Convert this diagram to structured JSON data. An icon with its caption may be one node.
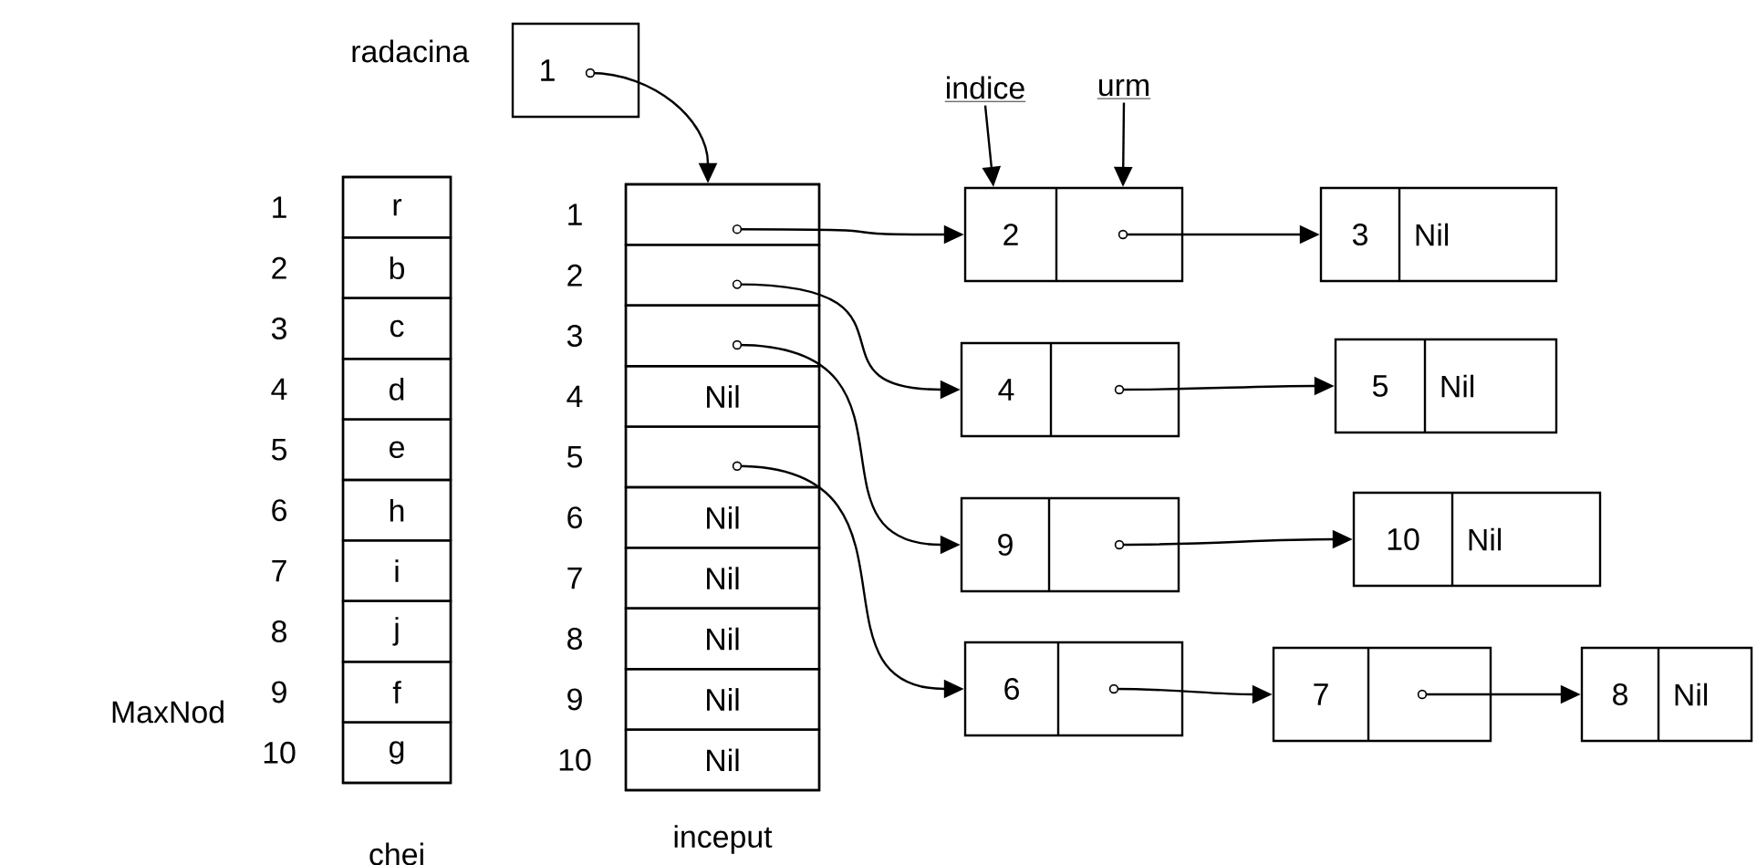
{
  "diagram": {
    "nodes": [
      {
        "text": [
          "1"
        ],
        "beside": [
          "radacina"
        ]
      },
      {
        "text": [
          "chei"
        ]
      },
      {
        "text": [
          "r"
        ],
        "in": 1,
        "beside": [
          "1"
        ]
      },
      {
        "text": [
          "b"
        ],
        "in": 1,
        "beside": [
          "2"
        ]
      },
      {
        "text": [
          "c"
        ],
        "in": 1,
        "beside": [
          "3"
        ]
      },
      {
        "text": [
          "d"
        ],
        "in": 1,
        "beside": [
          "4"
        ]
      },
      {
        "text": [
          "e"
        ],
        "in": 1,
        "beside": [
          "5"
        ]
      },
      {
        "text": [
          "h"
        ],
        "in": 1,
        "beside": [
          "6"
        ]
      },
      {
        "text": [
          "i"
        ],
        "in": 1,
        "beside": [
          "7"
        ]
      },
      {
        "text": [
          "j"
        ],
        "in": 1,
        "beside": [
          "8"
        ]
      },
      {
        "text": [
          "f"
        ],
        "in": 1,
        "beside": [
          "9"
        ]
      },
      {
        "text": [
          "g"
        ],
        "in": 1,
        "beside": [
          "10"
        ]
      },
      {
        "text": [
          "inceput"
        ]
      },
      {
        "text": [],
        "shape": "box",
        "in": 12,
        "beside": [
          "1"
        ]
      },
      {
        "text": [],
        "shape": "box",
        "in": 12,
        "beside": [
          "2"
        ]
      },
      {
        "text": [],
        "shape": "box",
        "in": 12,
        "beside": [
          "3"
        ]
      },
      {
        "text": [
          "Nil"
        ],
        "in": 12,
        "beside": [
          "4"
        ]
      },
      {
        "text": [],
        "shape": "box",
        "in": 12,
        "beside": [
          "5"
        ]
      },
      {
        "text": [
          "Nil"
        ],
        "in": 12,
        "beside": [
          "6"
        ]
      },
      {
        "text": [
          "Nil"
        ],
        "in": 12,
        "beside": [
          "7"
        ]
      },
      {
        "text": [
          "Nil"
        ],
        "in": 12,
        "beside": [
          "8"
        ]
      },
      {
        "text": [
          "Nil"
        ],
        "in": 12,
        "beside": [
          "9"
        ]
      },
      {
        "text": [
          "Nil"
        ],
        "in": 12,
        "beside": [
          "10"
        ]
      },
      {
        "text": [
          "2"
        ]
      },
      {
        "text": [
          "3",
          "Nil"
        ]
      },
      {
        "text": [
          "4"
        ]
      },
      {
        "text": [
          "5",
          "Nil"
        ]
      },
      {
        "text": [
          "9"
        ]
      },
      {
        "text": [
          "10",
          "Nil"
        ]
      },
      {
        "text": [
          "6"
        ]
      },
      {
        "text": [
          "7"
        ]
      },
      {
        "text": [
          "8",
          "Nil"
        ]
      },
      {
        "text": [
          "indice"
        ]
      },
      {
        "text": [
          "urm"
        ]
      }
    ],
    "edges": [
      {
        "from": 0,
        "to": 12,
        "arrow": "to"
      },
      {
        "from": 13,
        "to": 23,
        "arrow": "to"
      },
      {
        "from": 14,
        "to": 25,
        "arrow": "to"
      },
      {
        "from": 15,
        "to": 27,
        "arrow": "to"
      },
      {
        "from": 17,
        "to": 29,
        "arrow": "to"
      },
      {
        "from": 23,
        "to": 24,
        "arrow": "to"
      },
      {
        "from": 25,
        "to": 26,
        "arrow": "to"
      },
      {
        "from": 27,
        "to": 28,
        "arrow": "to"
      },
      {
        "from": 29,
        "to": 30,
        "arrow": "to"
      },
      {
        "from": 30,
        "to": 31,
        "arrow": "to"
      },
      {
        "from": 32,
        "to": 23,
        "arrow": "to"
      },
      {
        "from": 33,
        "to": 23,
        "arrow": "to"
      }
    ],
    "labels": [
      "MaxNod"
    ]
  }
}
